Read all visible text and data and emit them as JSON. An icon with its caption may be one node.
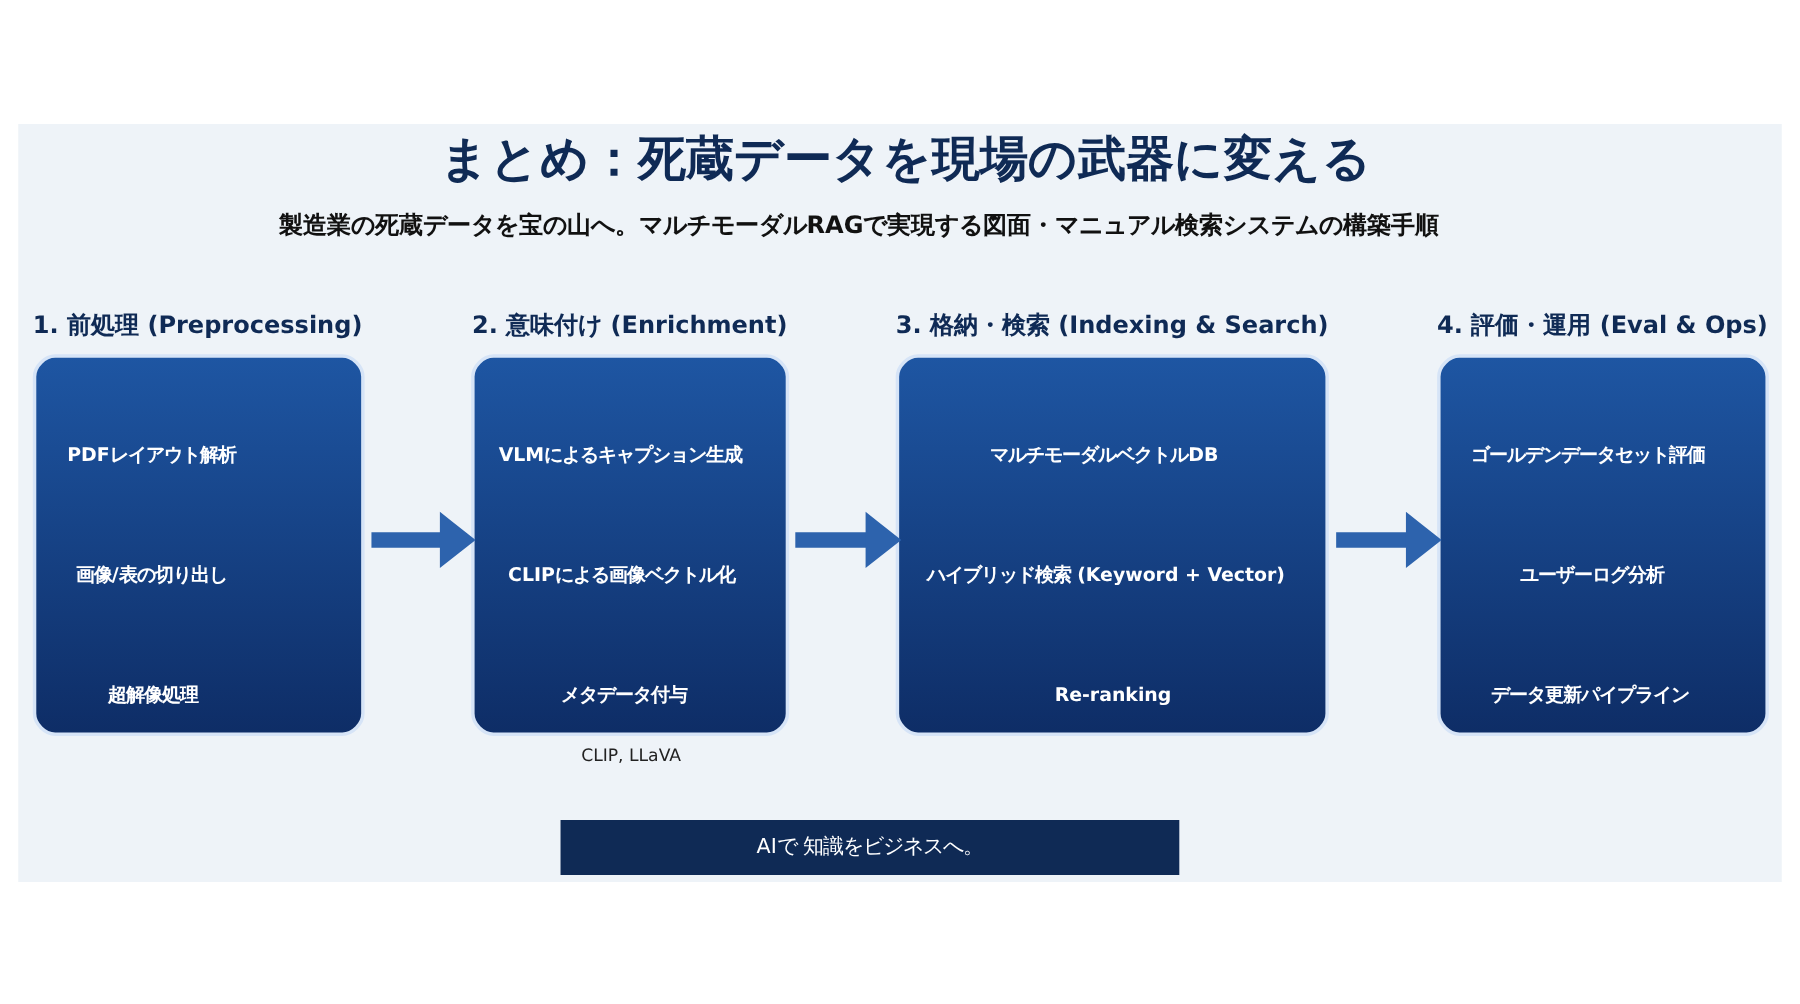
{
  "diagram": {
    "title": "まとめ：死蔵データを現場の武器に変える",
    "nodes": [
      {
        "text": [
          "1. 前処理 (Preprocessing)",
          "PDFレイアウト解析",
          "画像/表の切り出し",
          "超解像処理"
        ]
      },
      {
        "text": [
          "2. 意味付け (Enrichment)",
          "VLMによるキャプション生成",
          "CLIPによる画像ベクトル化",
          "メタデータ付与"
        ],
        "beside": [
          "CLIP, LLaVA"
        ]
      },
      {
        "text": [
          "3. 格納・検索 (Indexing & Search)",
          "マルチモーダルベクトルDB",
          "ハイブリッド検索 (Keyword + Vector)",
          "Re-ranking"
        ]
      },
      {
        "text": [
          "4. 評価・運用 (Eval & Ops)",
          "ゴールデンデータセット評価",
          "ユーザーログ分析",
          "データ更新パイプライン"
        ]
      }
    ],
    "edges": [
      {
        "from": 0,
        "to": 1,
        "arrow": "to"
      },
      {
        "from": 1,
        "to": 2,
        "arrow": "to"
      },
      {
        "from": 2,
        "to": 3,
        "arrow": "to"
      }
    ],
    "labels": [
      "製造業の死蔵データを宝の山へ。マルチモーダルRAGで実現する図面・マニュアル検索システムの構築手順",
      "AIで 知識をビジネスへ。"
    ]
  }
}
